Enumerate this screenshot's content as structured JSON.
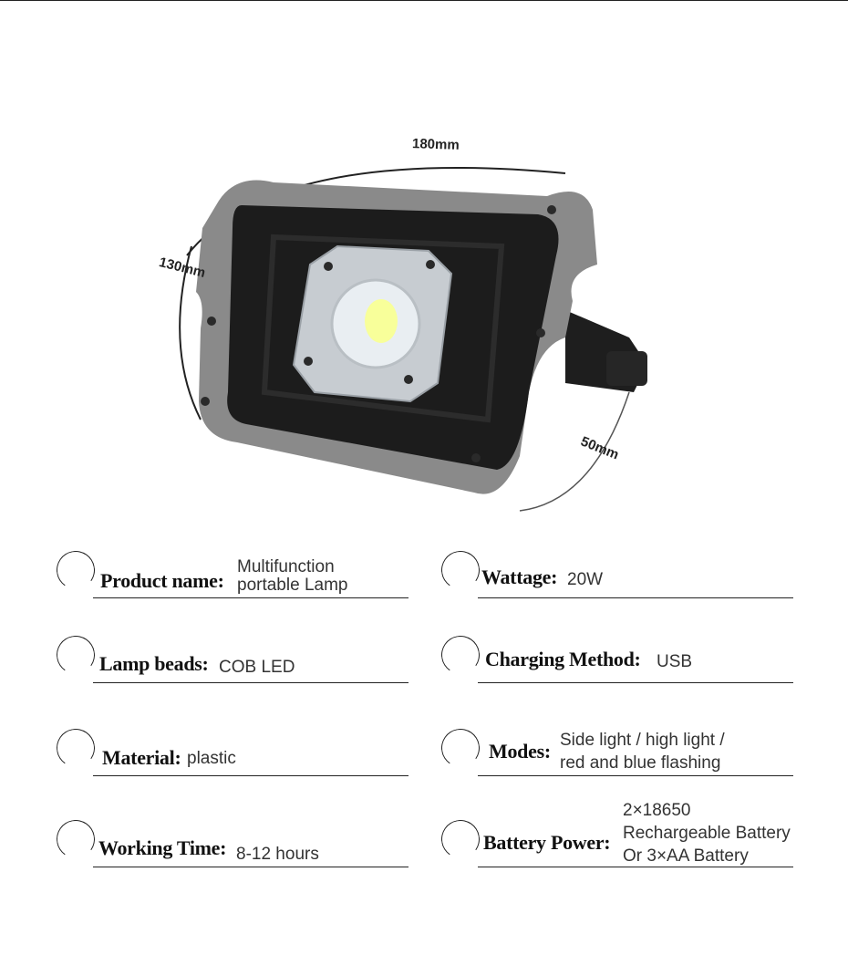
{
  "dimensions": {
    "width": "180mm",
    "height": "130mm",
    "depth": "50mm"
  },
  "specs": {
    "product_name": {
      "label": "Product name:",
      "value": "Multifunction\nportable Lamp"
    },
    "wattage": {
      "label": "Wattage:",
      "value": "20W"
    },
    "lamp_beads": {
      "label": "Lamp beads:",
      "value": "COB LED"
    },
    "charging_method": {
      "label": "Charging Method:",
      "value": "USB"
    },
    "material": {
      "label": "Material:",
      "value": "plastic"
    },
    "modes": {
      "label": "Modes:",
      "value": "Side light / high light /\nred and blue flashing"
    },
    "working_time": {
      "label": "Working Time:",
      "value": "8-12 hours"
    },
    "battery_power": {
      "label": "Battery Power:",
      "value": "2×18650\nRechargeable Battery\nOr 3×AA Battery"
    }
  }
}
